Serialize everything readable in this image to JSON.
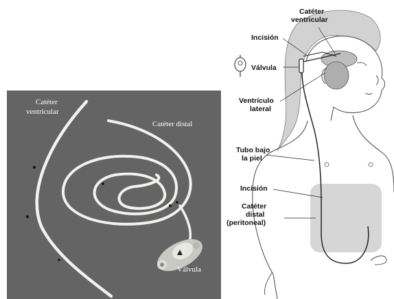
{
  "photo": {
    "labels": {
      "ventricular_line1": "Catéter",
      "ventricular_line2": "ventricular",
      "distal": "Catéter distal",
      "valve": "Válvula"
    }
  },
  "diagram": {
    "labels": {
      "ventricular_line1": "Catéter",
      "ventricular_line2": "ventricular",
      "incision_top": "Incisión",
      "valve": "Válvula",
      "lateral_line1": "Ventrículo",
      "lateral_line2": "lateral",
      "tube_line1": "Tubo bajo",
      "tube_line2": "la piel",
      "incision_bottom": "Incisión",
      "distal_line1": "Catéter",
      "distal_line2": "distal",
      "distal_line3": "(peritoneal)"
    }
  }
}
